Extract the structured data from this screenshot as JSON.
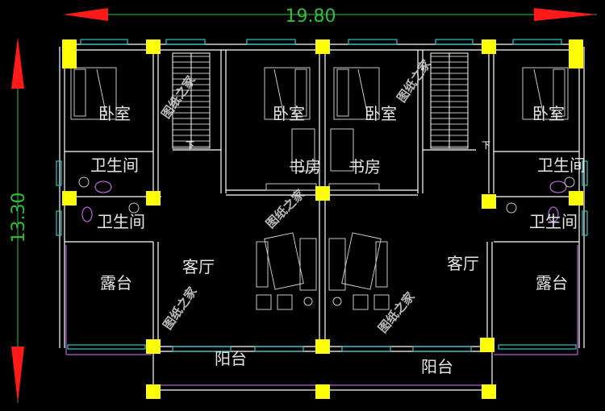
{
  "dimensions": {
    "width_label": "19.80",
    "height_label": "13.30"
  },
  "rooms": {
    "bedroom_1": "卧室",
    "bedroom_2": "卧室",
    "bedroom_3": "卧室",
    "bedroom_4": "卧室",
    "study_1": "书房",
    "study_2": "书房",
    "bath_1": "卫生间",
    "bath_2": "卫生间",
    "bath_3": "卫生间",
    "bath_4": "卫生间",
    "living_1": "客厅",
    "living_2": "客厅",
    "terrace_1": "露台",
    "terrace_2": "露台",
    "balcony_1": "阳台",
    "balcony_2": "阳台"
  },
  "stairs_down_label": "下",
  "watermark": "图纸之家",
  "colors": {
    "background": "#000000",
    "wall": "#ffffff",
    "column": "#ffff00",
    "dimension": "#2fbf3a",
    "arrow": "#ff1a1a",
    "window": "#2ec8c8",
    "railing": "#b060d0",
    "furniture": "#c8c8c8"
  }
}
